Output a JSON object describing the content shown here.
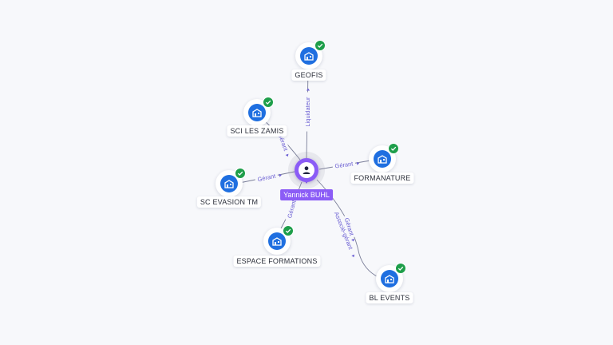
{
  "person": {
    "name": "Yannick BUHL",
    "icon": "person-icon",
    "color": "#8b5cf6"
  },
  "colors": {
    "edge": "#7b7f99",
    "edge_label": "#6b5fd3",
    "company_icon": "#1f6fe0",
    "verified_badge": "#1e9e4a"
  },
  "companies": [
    {
      "name": "GEOFIS",
      "icon": "building-icon",
      "verified": true
    },
    {
      "name": "SCI LES ZAMIS",
      "icon": "building-icon",
      "verified": true
    },
    {
      "name": "FORMANATURE",
      "icon": "building-icon",
      "verified": true
    },
    {
      "name": "SC EVASION TM",
      "icon": "building-icon",
      "verified": true
    },
    {
      "name": "ESPACE FORMATIONS",
      "icon": "building-icon",
      "verified": true
    },
    {
      "name": "BL EVENTS",
      "icon": "building-icon",
      "verified": true
    }
  ],
  "relations": [
    {
      "to": "GEOFIS",
      "labels": [
        "Liquidateur"
      ]
    },
    {
      "to": "SCI LES ZAMIS",
      "labels": [
        "Gérant"
      ]
    },
    {
      "to": "FORMANATURE",
      "labels": [
        "Gérant"
      ]
    },
    {
      "to": "SC EVASION TM",
      "labels": [
        "Gérant"
      ]
    },
    {
      "to": "ESPACE FORMATIONS",
      "labels": [
        "Gérant"
      ]
    },
    {
      "to": "BL EVENTS",
      "labels": [
        "Gérant",
        "Associé-gérant"
      ]
    }
  ]
}
